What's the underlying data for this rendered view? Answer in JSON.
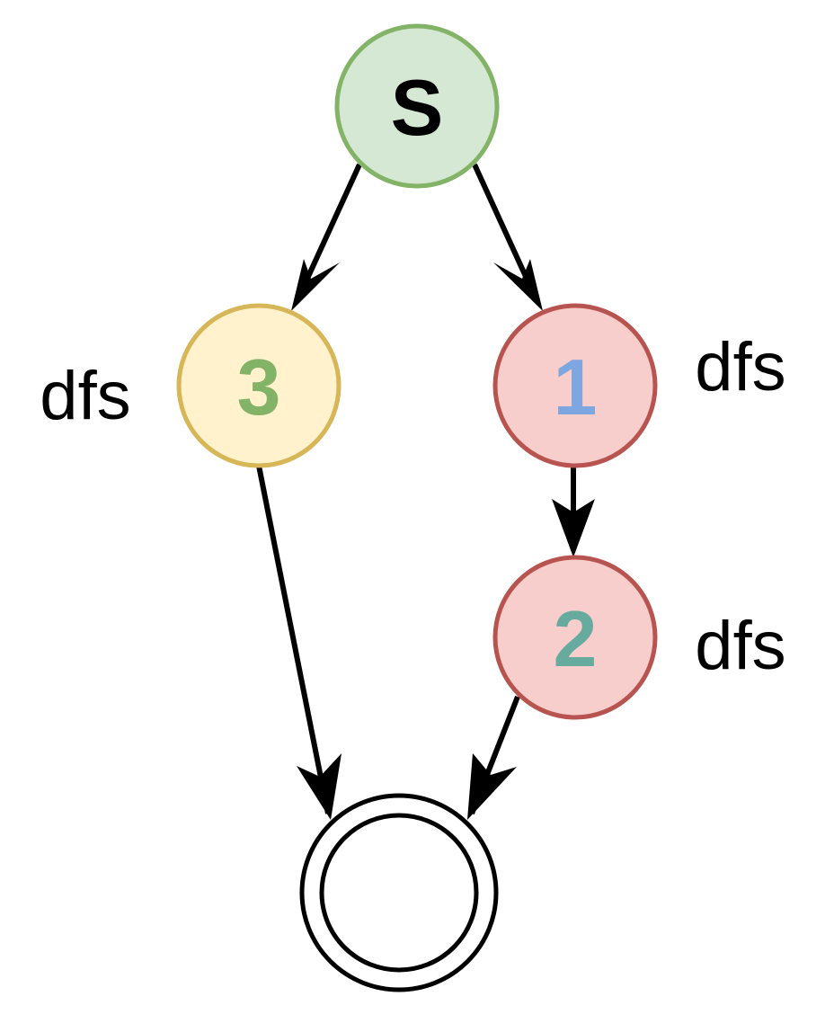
{
  "nodes": {
    "s": {
      "label": "S",
      "fill": "#d5e8d4",
      "stroke": "#82b366",
      "text_color": "#000000"
    },
    "n3": {
      "label": "3",
      "fill": "#fff2cc",
      "stroke": "#d6b656",
      "text_color": "#82b366"
    },
    "n1": {
      "label": "1",
      "fill": "#f8cecc",
      "stroke": "#b85450",
      "text_color": "#7ea6e0"
    },
    "n2": {
      "label": "2",
      "fill": "#f8cecc",
      "stroke": "#b85450",
      "text_color": "#67ab9f"
    },
    "final": {
      "label": "",
      "fill": "#ffffff",
      "stroke": "#000000"
    }
  },
  "annotations": {
    "left_n3": "dfs",
    "right_n1": "dfs",
    "right_n2": "dfs"
  },
  "edges": [
    {
      "from": "S",
      "to": "3"
    },
    {
      "from": "S",
      "to": "1"
    },
    {
      "from": "1",
      "to": "2"
    },
    {
      "from": "3",
      "to": "final"
    },
    {
      "from": "2",
      "to": "final"
    }
  ]
}
